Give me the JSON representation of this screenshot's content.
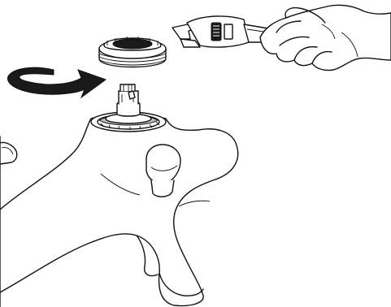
{
  "illustration": {
    "parts": [
      "faucet-body",
      "cartridge-stem",
      "retaining-nut",
      "adjustable-wrench",
      "hand",
      "rotation-arrow"
    ],
    "colors": {
      "line": "#111111",
      "background": "#ffffff",
      "arrow_fill": "#1a1a1a",
      "shadow": "#bdbdbd"
    }
  }
}
